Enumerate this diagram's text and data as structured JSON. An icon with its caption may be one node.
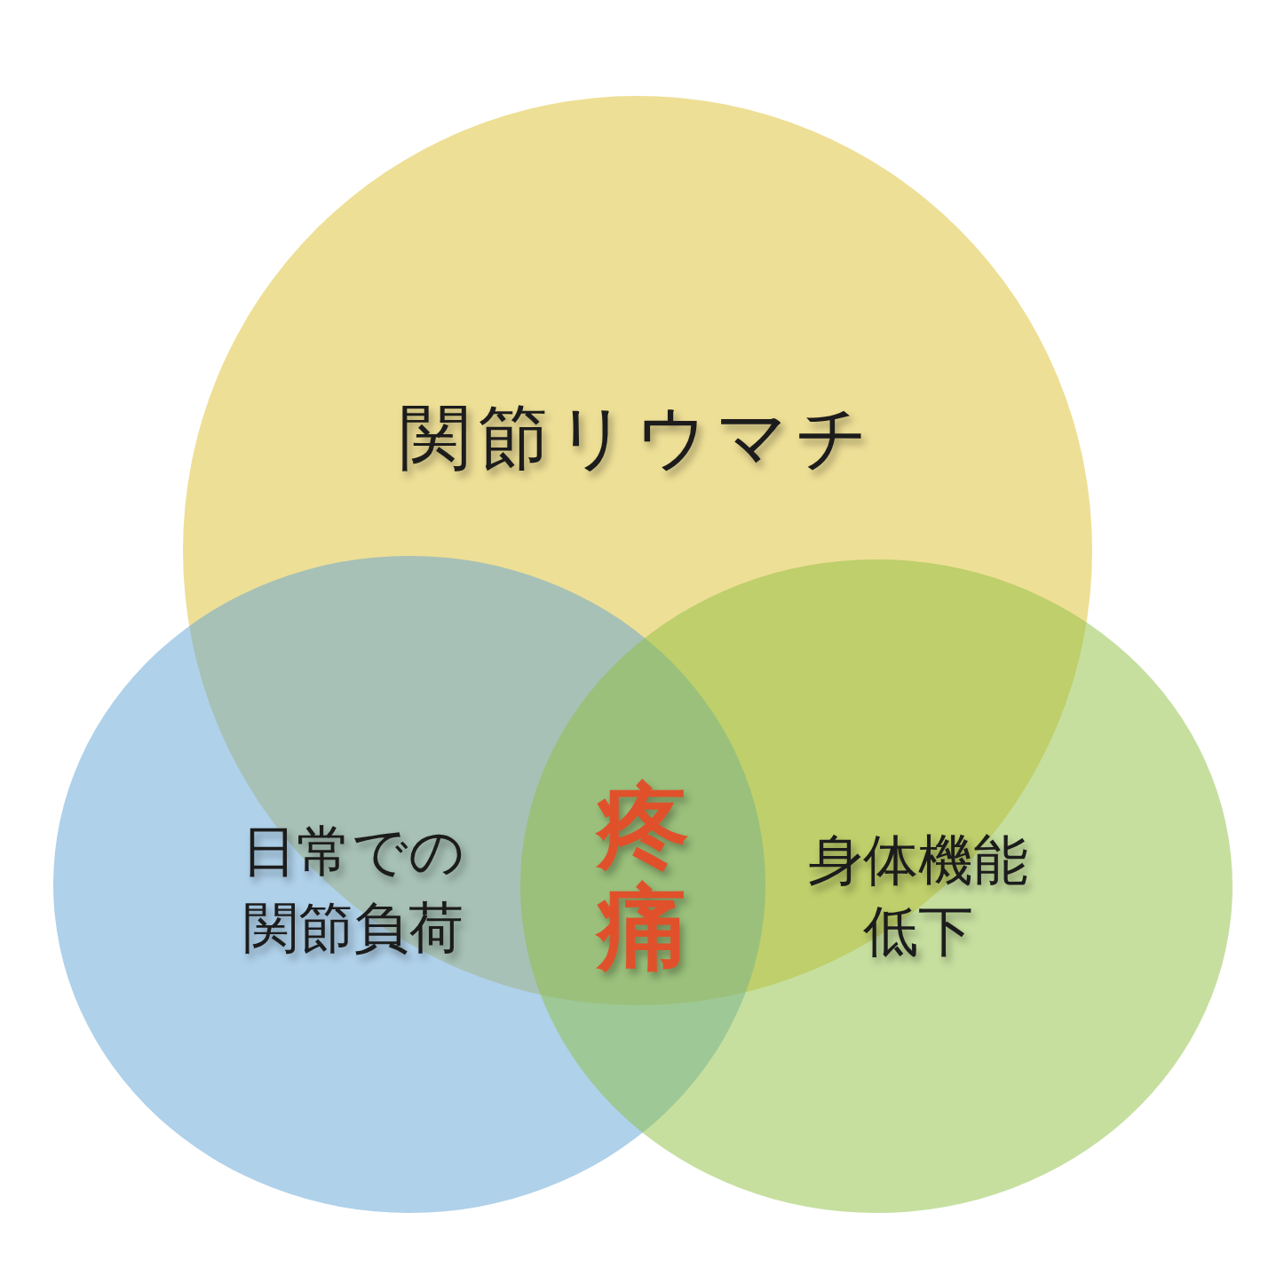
{
  "diagram": {
    "nodes": [
      {
        "text": [
          "関節リウマチ"
        ]
      },
      {
        "text": [
          "日常での関節負荷"
        ]
      },
      {
        "text": [
          "身体機能低下"
        ]
      }
    ],
    "labels": [
      "疼痛"
    ]
  }
}
